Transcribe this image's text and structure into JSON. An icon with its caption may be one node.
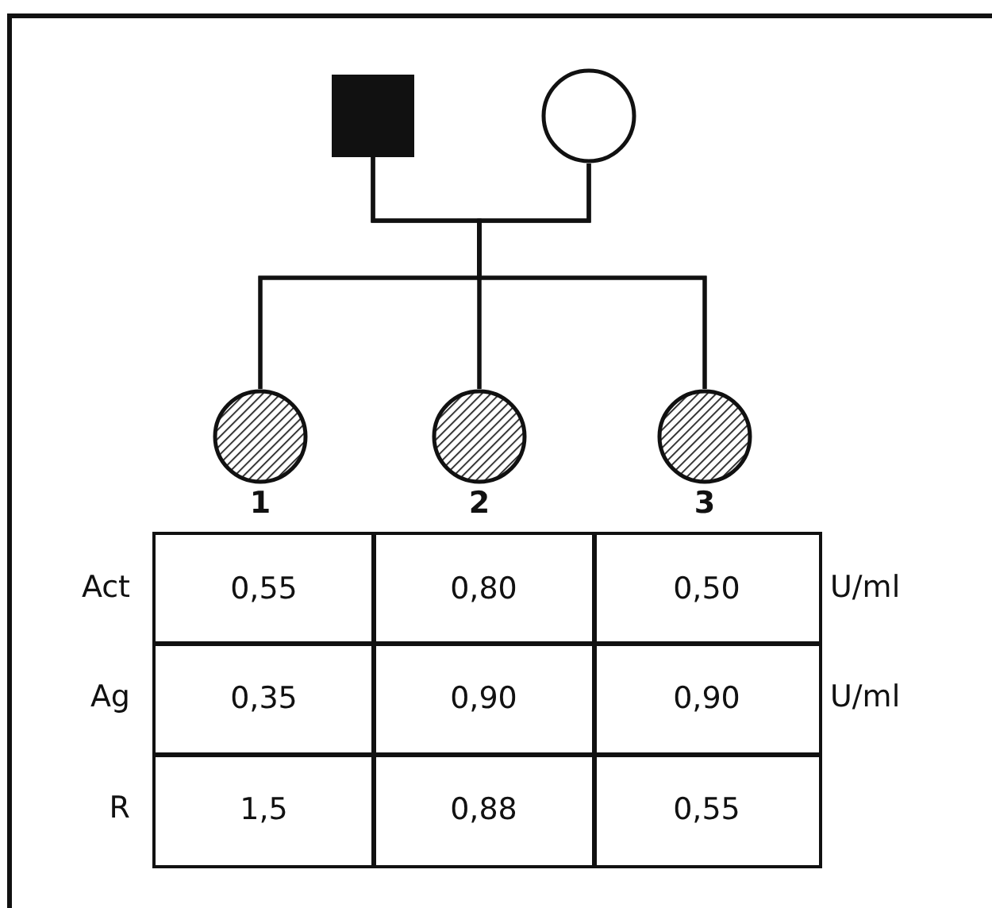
{
  "diagram": {
    "nodes": [
      {
        "text": [],
        "shape": "box"
      },
      {
        "text": [],
        "shape": "circle"
      },
      {
        "text": [],
        "shape": "circle",
        "beside": [
          "1"
        ]
      },
      {
        "text": [],
        "shape": "circle",
        "beside": [
          "2"
        ]
      },
      {
        "text": [],
        "shape": "circle",
        "beside": [
          "3"
        ]
      }
    ],
    "edges": [
      {
        "from": 0,
        "to": 2,
        "arrow": "none"
      },
      {
        "from": 0,
        "to": 3,
        "arrow": "none"
      },
      {
        "from": 0,
        "to": 4,
        "arrow": "none"
      },
      {
        "from": 1,
        "to": 2,
        "arrow": "none"
      },
      {
        "from": 1,
        "to": 3,
        "arrow": "none"
      },
      {
        "from": 1,
        "to": 4,
        "arrow": "none"
      }
    ],
    "labels": [
      "Act",
      "0,55",
      "0,80",
      "0,50",
      "U/ml",
      "Ag",
      "0,35",
      "0,90",
      "0,90",
      "U/ml",
      "R",
      "1,5",
      "0,88",
      "0,55"
    ]
  }
}
